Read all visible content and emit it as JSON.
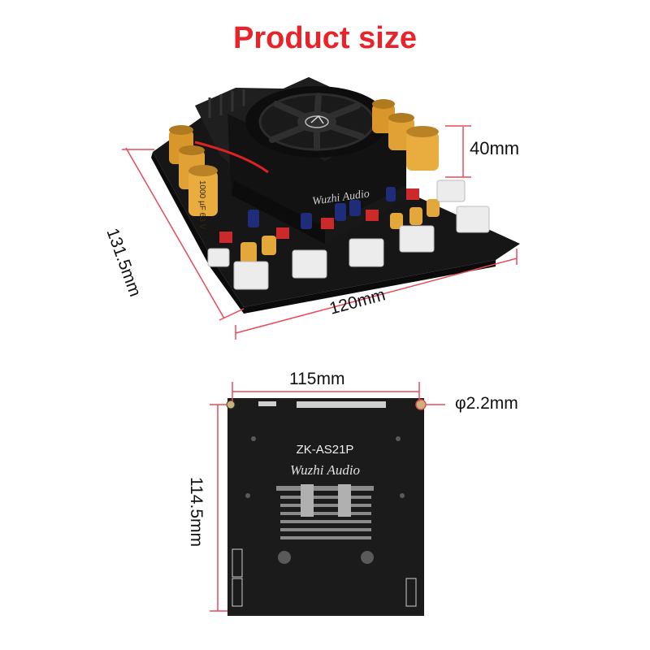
{
  "header": {
    "title": "Product size"
  },
  "top_view": {
    "dim_length": "131.5mm",
    "dim_width": "120mm",
    "dim_height": "40mm",
    "logo_text": "Wuzhi Audio",
    "capacitor_label": "1000 µF 63 V"
  },
  "bottom_view": {
    "dim_width": "115mm",
    "dim_height": "114.5mm",
    "dim_hole": "φ2.2mm",
    "model": "ZK-AS21P",
    "logo_text": "Wuzhi Audio"
  },
  "colors": {
    "title": "#e8242a",
    "dim_line": "#e84a5a",
    "pcb": "#1b1b1b",
    "capacitor": "#d9962a"
  }
}
